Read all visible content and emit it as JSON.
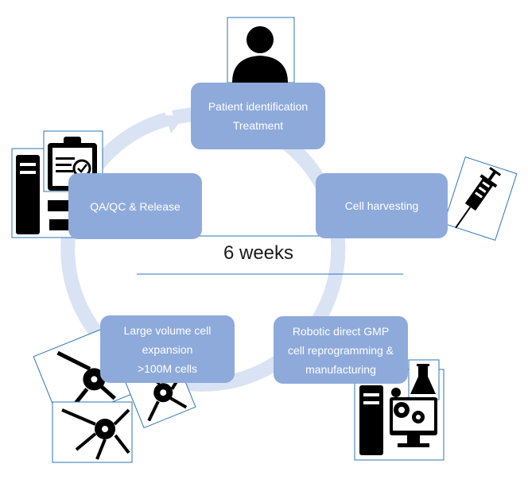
{
  "steps": [
    {
      "id": "patient",
      "lines": [
        "Patient identification",
        "Treatment"
      ]
    },
    {
      "id": "harvest",
      "lines": [
        "Cell harvesting"
      ]
    },
    {
      "id": "reprogram",
      "lines": [
        "Robotic direct GMP",
        "cell reprogramming &",
        "manufacturing"
      ]
    },
    {
      "id": "expansion",
      "lines": [
        "Large volume cell",
        "expansion",
        ">100M cells"
      ]
    },
    {
      "id": "qaqc",
      "lines": [
        "QA/QC & Release"
      ]
    }
  ],
  "duration": "6 weeks",
  "colors": {
    "box_fill": "#8eaadb",
    "cycle_arrow": "#dae3f3",
    "icon_border": "#2e75b6",
    "icon_fill": "#000000",
    "text": "#ffffff"
  },
  "icons": [
    "person-icon",
    "syringe-icon",
    "computer-flask-gears-icon",
    "neuron-icon",
    "computer-clipboard-icon"
  ]
}
